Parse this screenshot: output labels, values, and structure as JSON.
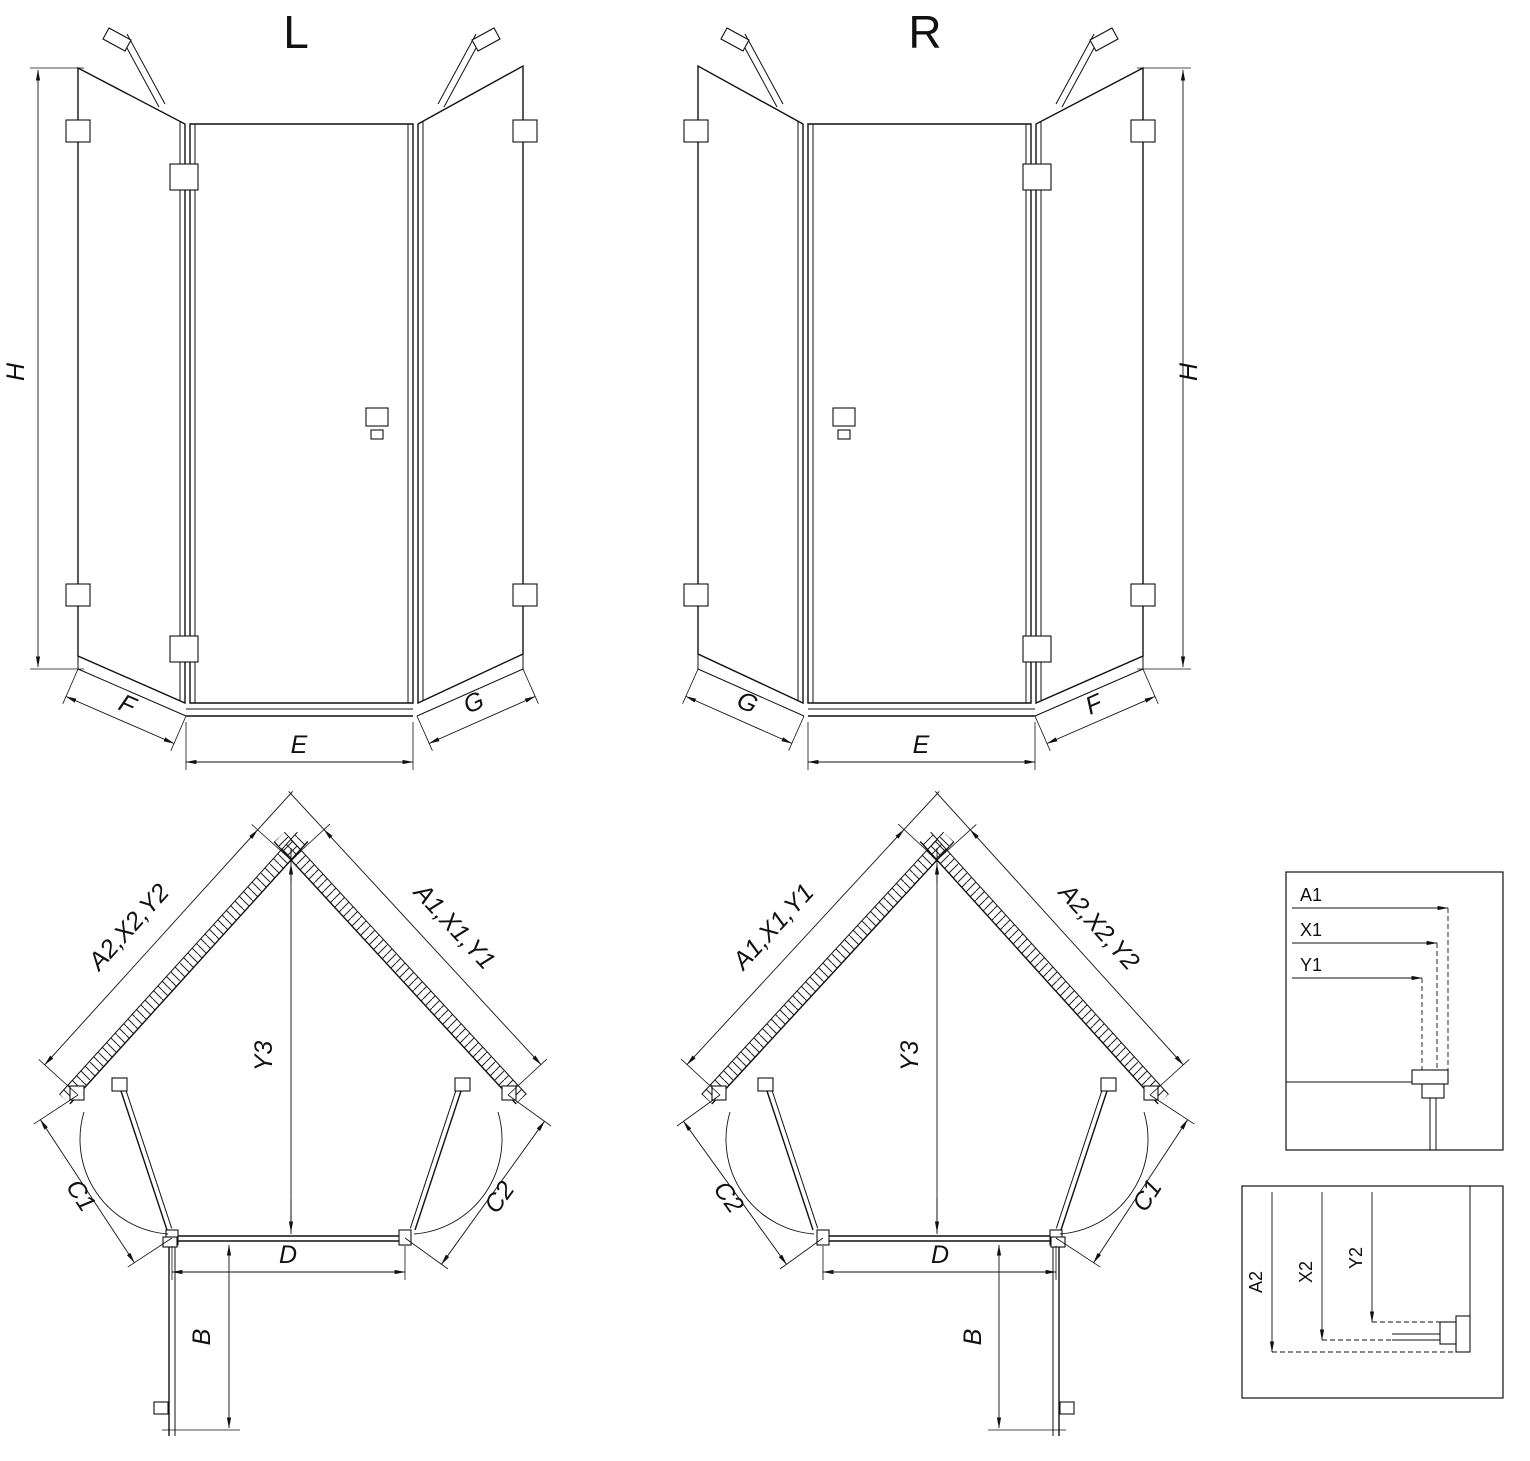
{
  "titles": {
    "left": "L",
    "right": "R"
  },
  "elevation_left": {
    "h": "H",
    "f": "F",
    "e": "E",
    "g": "G"
  },
  "elevation_right": {
    "h": "H",
    "f": "F",
    "e": "E",
    "g": "G"
  },
  "plan_left": {
    "wall_left": "A2,X2,Y2",
    "wall_right": "A1,X1,Y1",
    "y3": "Y3",
    "c_left": "C1",
    "c_right": "C2",
    "d": "D",
    "b": "B"
  },
  "plan_right": {
    "wall_left": "A1,X1,Y1",
    "wall_right": "A2,X2,Y2",
    "y3": "Y3",
    "c_left": "C2",
    "c_right": "C1",
    "d": "D",
    "b": "B"
  },
  "detail_top": {
    "rows": [
      "A1",
      "X1",
      "Y1"
    ]
  },
  "detail_bottom": {
    "rows": [
      "A2",
      "X2",
      "Y2"
    ]
  },
  "colors": {
    "ink": "#111111",
    "background": "#ffffff"
  }
}
